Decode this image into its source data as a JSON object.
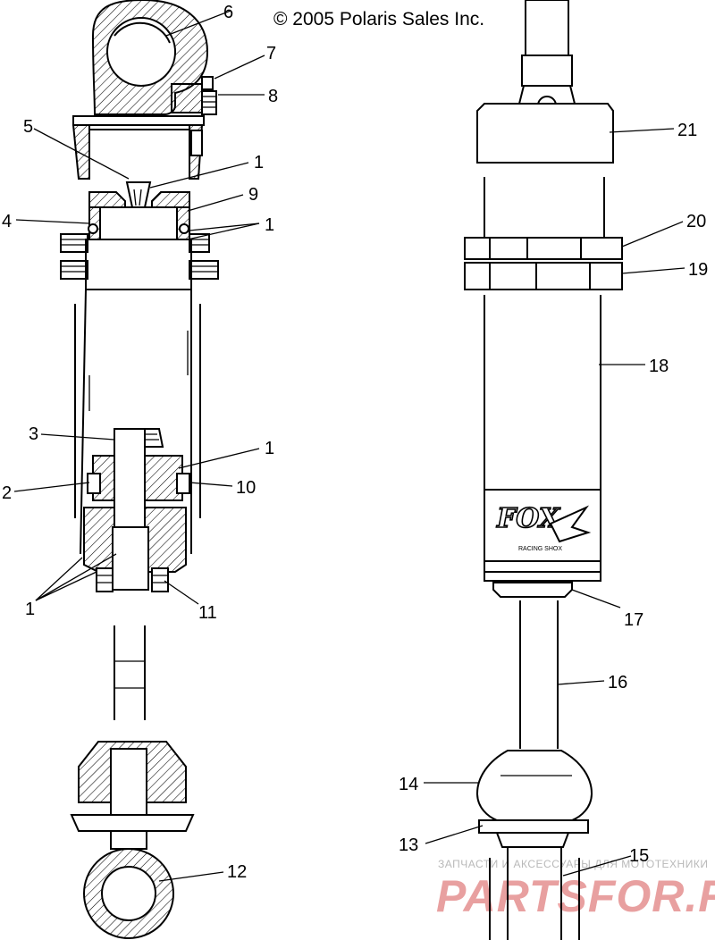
{
  "copyright": "© 2005 Polaris Sales Inc.",
  "brand_logo": "FOX",
  "brand_logo_sub": "RACING SHOX",
  "watermark": {
    "tagline": "ЗАПЧАСТИ И АКСЕССУАРЫ ДЛЯ МОТОТЕХНИКИ",
    "site": "PARTSFOR.RU"
  },
  "callouts": {
    "c1a": "1",
    "c1b": "1",
    "c1c": "1",
    "c1d": "1",
    "c2": "2",
    "c3": "3",
    "c4": "4",
    "c5": "5",
    "c6": "6",
    "c7": "7",
    "c8": "8",
    "c9": "9",
    "c10": "10",
    "c11": "11",
    "c12": "12",
    "c13": "13",
    "c14": "14",
    "c15": "15",
    "c16": "16",
    "c17": "17",
    "c18": "18",
    "c19": "19",
    "c20": "20",
    "c21": "21"
  }
}
